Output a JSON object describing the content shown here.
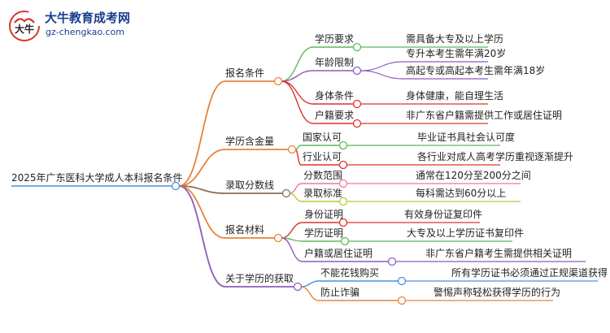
{
  "logo": {
    "site_name": "大牛教育成考网",
    "url": "gz-chengkao.com",
    "emblem_text": "大牛"
  },
  "mindmap": {
    "root": "2025年广东医科大学成人本科报名条件",
    "branches": [
      {
        "label": "报名条件",
        "color": "#e8823a",
        "children": [
          {
            "label": "学历要求",
            "color": "#5cb85c",
            "details": [
              "需具备大专及以上学历"
            ]
          },
          {
            "label": "年龄限制",
            "color": "#8e5bb8",
            "details": [
              "专升本考生需年满20岁",
              "高起专或高起本考生需年满18岁"
            ]
          },
          {
            "label": "身体条件",
            "color": "#d9342b",
            "details": [
              "身体健康，能自理生活"
            ]
          },
          {
            "label": "户籍要求",
            "color": "#d9342b",
            "details": [
              "非广东省户籍需提供工作或居住证明"
            ]
          }
        ]
      },
      {
        "label": "学历含金量",
        "color": "#e8823a",
        "children": [
          {
            "label": "国家认可",
            "color": "#5cb85c",
            "details": [
              "毕业证书具社会认可度"
            ]
          },
          {
            "label": "行业认可",
            "color": "#d9342b",
            "details": [
              "各行业对成人高考学历重视逐渐提升"
            ]
          }
        ]
      },
      {
        "label": "录取分数线",
        "color": "#8a6d5a",
        "children": [
          {
            "label": "分数范围",
            "color": "#e87aa8",
            "details": [
              "通常在120分至200分之间"
            ]
          },
          {
            "label": "录取标准",
            "color": "#b8c93a",
            "details": [
              "每科需达到60分以上"
            ]
          }
        ]
      },
      {
        "label": "报名材料",
        "color": "#e8823a",
        "children": [
          {
            "label": "身份证明",
            "color": "#d9342b",
            "details": [
              "有效身份证复印件"
            ]
          },
          {
            "label": "学历证明",
            "color": "#5cb85c",
            "details": [
              "大专及以上学历证书复印件"
            ]
          },
          {
            "label": "户籍或居住证明",
            "color": "#8e5bb8",
            "details": [
              "非广东省户籍考生需提供相关证明"
            ]
          }
        ]
      },
      {
        "label": "关于学历的获取",
        "color": "#8e5bb8",
        "children": [
          {
            "label": "不能花钱购买",
            "color": "#4a90d9",
            "details": [
              "所有学历证书必须通过正规渠道获得"
            ]
          },
          {
            "label": "防止诈骗",
            "color": "#e8823a",
            "details": [
              "警惕声称轻松获得学历的行为"
            ]
          }
        ]
      }
    ]
  }
}
